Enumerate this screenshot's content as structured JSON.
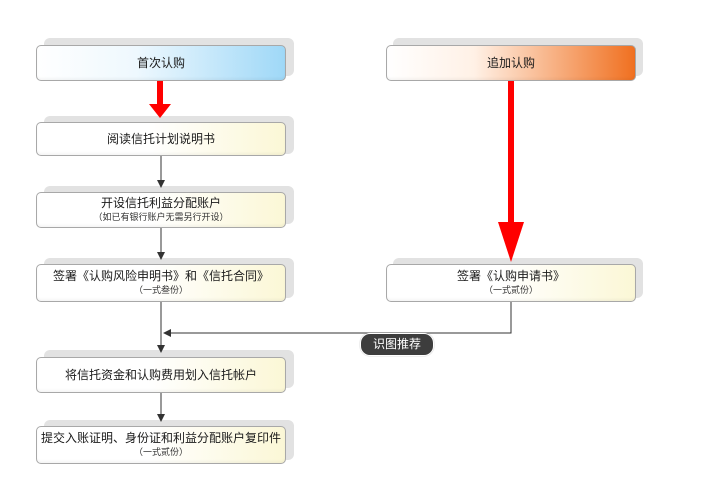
{
  "steps": [
    {
      "main": "首次认购",
      "sub": ""
    },
    {
      "main": "阅读信托计划说明书",
      "sub": ""
    },
    {
      "main": "开设信托利益分配账户",
      "sub": "（如已有银行账户无需另行开设）"
    },
    {
      "main": "签署《认购风险申明书》和《信托合同》",
      "sub": "（一式叁份）"
    },
    {
      "main": "将信托资金和认购费用划入信托帐户",
      "sub": ""
    },
    {
      "main": "提交入账证明、身份证和利益分配账户复印件",
      "sub": "（一式贰份）"
    }
  ],
  "right_steps": [
    {
      "main": "追加认购",
      "sub": ""
    },
    {
      "main": "签署《认购申请书》",
      "sub": "（一式贰份）"
    }
  ],
  "badge": "识图推荐",
  "colors": {
    "arrow_red": "#ff0000",
    "start_blue": "#9fd8f7",
    "start_orange": "#f07020",
    "step_yellow": "#fbf7d6"
  }
}
